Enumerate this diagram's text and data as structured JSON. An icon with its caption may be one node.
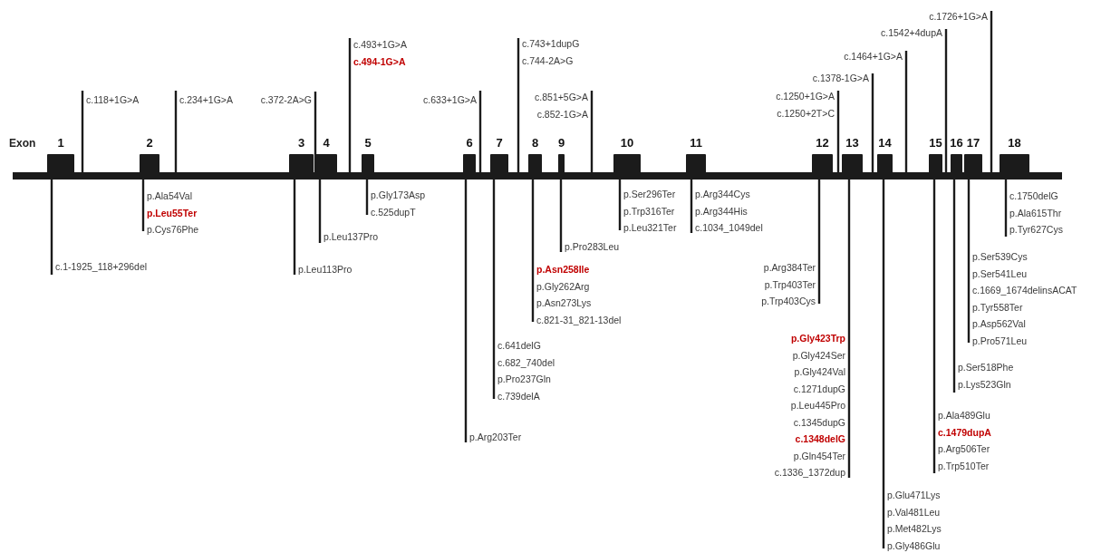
{
  "diagram": {
    "nodes": [
      {
        "text": [
          "1"
        ]
      },
      {
        "text": [
          "2"
        ]
      },
      {
        "text": [
          "3"
        ]
      },
      {
        "text": [
          "4"
        ]
      },
      {
        "text": [
          "5"
        ]
      },
      {
        "text": [
          "6"
        ]
      },
      {
        "text": [
          "7"
        ]
      },
      {
        "text": [
          "8"
        ]
      },
      {
        "text": [
          "9"
        ]
      },
      {
        "text": [
          "10"
        ]
      },
      {
        "text": [
          "11"
        ]
      },
      {
        "text": [
          "12"
        ]
      },
      {
        "text": [
          "13"
        ]
      },
      {
        "text": [
          "14"
        ]
      },
      {
        "text": [
          "15"
        ]
      },
      {
        "text": [
          "16"
        ]
      },
      {
        "text": [
          "17"
        ]
      },
      {
        "text": [
          "18"
        ]
      },
      {
        "text": [],
        "shape": "bar"
      },
      {
        "text": [
          "c.118+1G>A"
        ]
      },
      {
        "text": [
          "c.234+1G>A"
        ]
      },
      {
        "text": [
          "c.372-2A>G"
        ]
      },
      {
        "text": [
          "c.493+1G>A",
          "**c.494-1G>A**"
        ]
      },
      {
        "text": [
          "c.633+1G>A"
        ]
      },
      {
        "text": [
          "c.743+1dupG",
          "c.744-2A>G"
        ]
      },
      {
        "text": [
          "c.851+5G>A",
          "c.852-1G>A"
        ]
      },
      {
        "text": [
          "c.1250+1G>A",
          "c.1250+2T>C"
        ]
      },
      {
        "text": [
          "c.1378-1G>A"
        ]
      },
      {
        "text": [
          "c.1464+1G>A"
        ]
      },
      {
        "text": [
          "c.1542+4dupA"
        ]
      },
      {
        "text": [
          "c.1726+1G>A"
        ]
      },
      {
        "text": [
          "c.1-1925_118+296del"
        ]
      },
      {
        "text": [
          "p.Ala54Val",
          "**p.Leu55Ter**",
          "p.Cys76Phe"
        ]
      },
      {
        "text": [
          "p.Leu113Pro"
        ]
      },
      {
        "text": [
          "p.Leu137Pro"
        ]
      },
      {
        "text": [
          "p.Gly173Asp",
          "c.525dupT"
        ]
      },
      {
        "text": [
          "p.Arg203Ter"
        ]
      },
      {
        "text": [
          "c.641delG",
          "c.682_740del",
          "p.Pro237Gln",
          "c.739delA"
        ]
      },
      {
        "text": [
          "**p.Asn258Ile**",
          "p.Gly262Arg",
          "p.Asn273Lys",
          "c.821-31_821-13del"
        ]
      },
      {
        "text": [
          "p.Pro283Leu"
        ]
      },
      {
        "text": [
          "p.Ser296Ter",
          "p.Trp316Ter",
          "p.Leu321Ter"
        ]
      },
      {
        "text": [
          "p.Arg344Cys",
          "p.Arg344His",
          "c.1034_1049del"
        ]
      },
      {
        "text": [
          "p.Arg384Ter",
          "p.Trp403Ter",
          "p.Trp403Cys"
        ]
      },
      {
        "text": [
          "**p.Gly423Trp**",
          "p.Gly424Ser",
          "p.Gly424Val",
          "c.1271dupG",
          "p.Leu445Pro",
          "c.1345dupG",
          "**c.1348delG**",
          "p.Gln454Ter",
          "c.1336_1372dup"
        ]
      },
      {
        "text": [
          "p.Glu471Lys",
          "p.Val481Leu",
          "p.Met482Lys",
          "p.Gly486Glu"
        ]
      },
      {
        "text": [
          "p.Ala489Glu",
          "**c.1479dupA**",
          "p.Arg506Ter",
          "p.Trp510Ter"
        ]
      },
      {
        "text": [
          "p.Ser518Phe",
          "p.Lys523Gln"
        ]
      },
      {
        "text": [
          "p.Ser539Cys",
          "p.Ser541Leu",
          "c.1669_1674delinsACAT",
          "p.Tyr558Ter",
          "p.Asp562Val",
          "p.Pro571Leu"
        ]
      },
      {
        "text": [
          "c.1750delG",
          "p.Ala615Thr",
          "p.Tyr627Cys"
        ]
      }
    ],
    "edges": [
      {
        "from": 19,
        "to": 18,
        "arrow": "none"
      },
      {
        "from": 20,
        "to": 18,
        "arrow": "none"
      },
      {
        "from": 21,
        "to": 18,
        "arrow": "none"
      },
      {
        "from": 22,
        "to": 18,
        "arrow": "none"
      },
      {
        "from": 23,
        "to": 18,
        "arrow": "none"
      },
      {
        "from": 24,
        "to": 18,
        "arrow": "none"
      },
      {
        "from": 25,
        "to": 18,
        "arrow": "none"
      },
      {
        "from": 26,
        "to": 18,
        "arrow": "none"
      },
      {
        "from": 27,
        "to": 18,
        "arrow": "none"
      },
      {
        "from": 28,
        "to": 18,
        "arrow": "none"
      },
      {
        "from": 29,
        "to": 18,
        "arrow": "none"
      },
      {
        "from": 30,
        "to": 18,
        "arrow": "none"
      },
      {
        "from": 31,
        "to": 18,
        "arrow": "none"
      },
      {
        "from": 32,
        "to": 18,
        "arrow": "none"
      },
      {
        "from": 33,
        "to": 18,
        "arrow": "none"
      },
      {
        "from": 34,
        "to": 18,
        "arrow": "none"
      },
      {
        "from": 35,
        "to": 18,
        "arrow": "none"
      },
      {
        "from": 36,
        "to": 18,
        "arrow": "none"
      },
      {
        "from": 37,
        "to": 18,
        "arrow": "none"
      },
      {
        "from": 38,
        "to": 18,
        "arrow": "none"
      },
      {
        "from": 39,
        "to": 18,
        "arrow": "none"
      },
      {
        "from": 40,
        "to": 18,
        "arrow": "none"
      },
      {
        "from": 41,
        "to": 18,
        "arrow": "none"
      },
      {
        "from": 42,
        "to": 18,
        "arrow": "none"
      },
      {
        "from": 43,
        "to": 18,
        "arrow": "none"
      },
      {
        "from": 44,
        "to": 18,
        "arrow": "none"
      },
      {
        "from": 45,
        "to": 18,
        "arrow": "none"
      },
      {
        "from": 46,
        "to": 18,
        "arrow": "none"
      },
      {
        "from": 47,
        "to": 18,
        "arrow": "none"
      },
      {
        "from": 48,
        "to": 18,
        "arrow": "none"
      }
    ],
    "labels": [
      "Exon"
    ]
  }
}
